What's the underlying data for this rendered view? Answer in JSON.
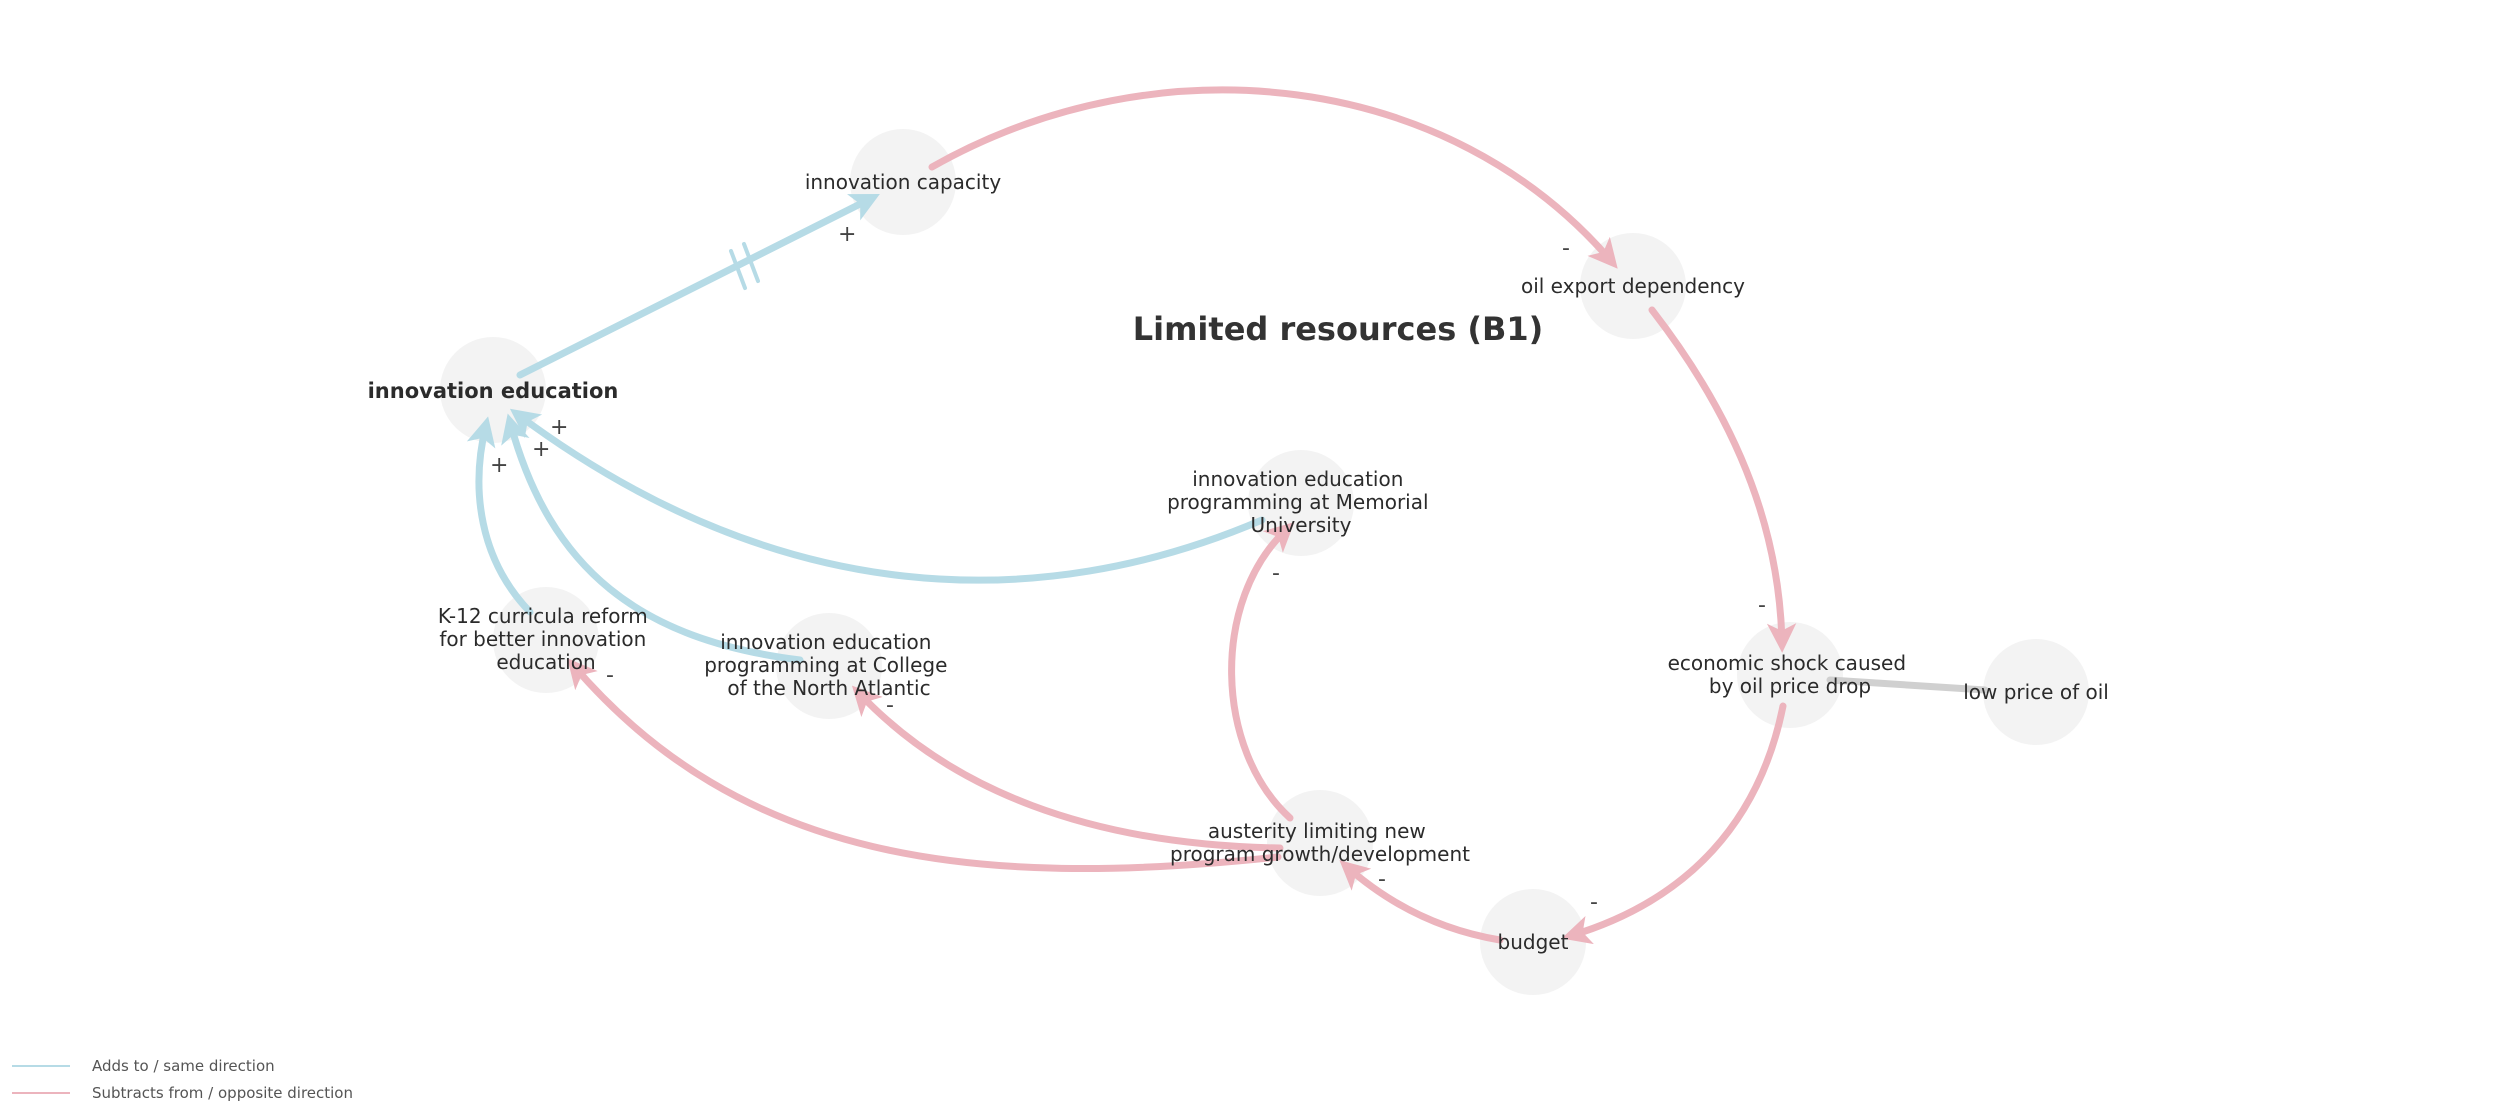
{
  "colors": {
    "positive": "#b6dbe6",
    "negative": "#ecb4bd",
    "neutral": "#d0d0d0",
    "node_fill": "#f0f0f0"
  },
  "loop_title": "Limited resources (B1)",
  "nodes": {
    "innovation_education": "innovation education",
    "innovation_capacity": "innovation capacity",
    "oil_export_dependency": "oil export dependency",
    "memorial": [
      "innovation education",
      "programming at Memorial",
      "University"
    ],
    "economic_shock": [
      "economic shock caused",
      "by oil price drop"
    ],
    "low_price_oil": "low price of oil",
    "k12": [
      "K-12 curricula reform",
      "for better innovation",
      "education"
    ],
    "cna": [
      "innovation education",
      "programming at College",
      "of the North Atlantic"
    ],
    "austerity": [
      "austerity limiting new",
      "program growth/development"
    ],
    "budget": "budget"
  },
  "links": [
    {
      "from": "innovation education",
      "to": "innovation capacity",
      "polarity": "+",
      "type": "positive",
      "delay": true
    },
    {
      "from": "innovation capacity",
      "to": "oil export dependency",
      "polarity": "-",
      "type": "negative"
    },
    {
      "from": "oil export dependency",
      "to": "economic shock caused by oil price drop",
      "polarity": "-",
      "type": "negative"
    },
    {
      "from": "low price of oil",
      "to": "economic shock caused by oil price drop",
      "polarity": "",
      "type": "neutral"
    },
    {
      "from": "economic shock caused by oil price drop",
      "to": "budget",
      "polarity": "-",
      "type": "negative"
    },
    {
      "from": "budget",
      "to": "austerity limiting new program growth/development",
      "polarity": "-",
      "type": "negative"
    },
    {
      "from": "austerity limiting new program growth/development",
      "to": "innovation education programming at Memorial University",
      "polarity": "-",
      "type": "negative"
    },
    {
      "from": "austerity limiting new program growth/development",
      "to": "innovation education programming at College of the North Atlantic",
      "polarity": "-",
      "type": "negative"
    },
    {
      "from": "austerity limiting new program growth/development",
      "to": "K-12 curricula reform for better innovation education",
      "polarity": "-",
      "type": "negative"
    },
    {
      "from": "innovation education programming at Memorial University",
      "to": "innovation education",
      "polarity": "+",
      "type": "positive"
    },
    {
      "from": "innovation education programming at College of the North Atlantic",
      "to": "innovation education",
      "polarity": "+",
      "type": "positive"
    },
    {
      "from": "K-12 curricula reform for better innovation education",
      "to": "innovation education",
      "polarity": "+",
      "type": "positive"
    }
  ],
  "polarity_marks": {
    "plus": "+",
    "minus": "-"
  },
  "legend": {
    "positive_label": "Adds to / same direction",
    "negative_label": "Subtracts from / opposite direction"
  }
}
